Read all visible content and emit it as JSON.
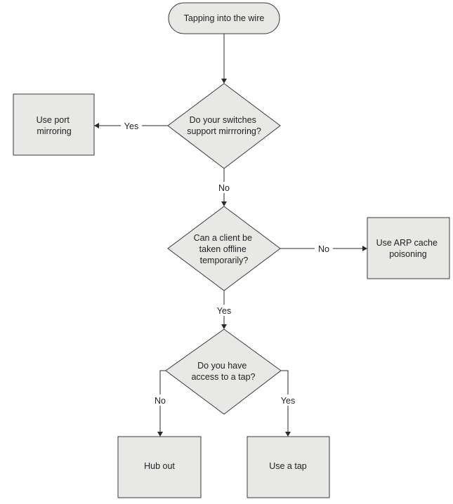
{
  "diagram": {
    "nodes": {
      "start": {
        "lines": [
          "Tapping into the wire"
        ]
      },
      "q_mirroring": {
        "lines": [
          "Do your switches",
          "support mirrroring?"
        ]
      },
      "use_port_mirroring": {
        "lines": [
          "Use port",
          "mirroring"
        ]
      },
      "q_client_offline": {
        "lines": [
          "Can a client be",
          "taken offline",
          "temporarily?"
        ]
      },
      "use_arp": {
        "lines": [
          "Use ARP cache",
          "poisoning"
        ]
      },
      "q_tap": {
        "lines": [
          "Do you have",
          "access to a tap?"
        ]
      },
      "hub_out": {
        "lines": [
          "Hub out"
        ]
      },
      "use_tap": {
        "lines": [
          "Use a tap"
        ]
      }
    },
    "edges": {
      "mirroring_yes": "Yes",
      "mirroring_no": "No",
      "client_no": "No",
      "client_yes": "Yes",
      "tap_no": "No",
      "tap_yes": "Yes"
    }
  }
}
